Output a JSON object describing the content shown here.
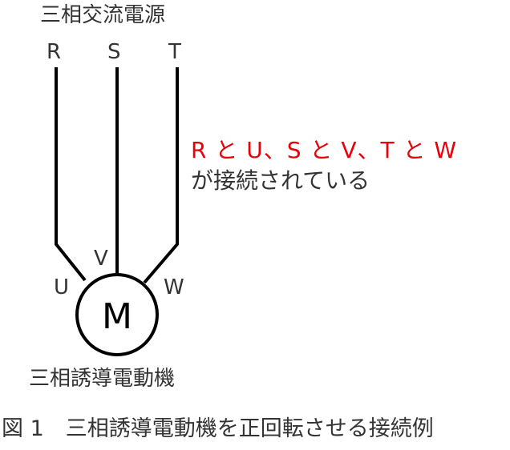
{
  "diagram": {
    "source_title": "三相交流電源",
    "phases": {
      "r": "R",
      "s": "S",
      "t": "T"
    },
    "note": {
      "line1": "R と U、S と V、T と W",
      "line2": "が接続されている"
    },
    "terminals": {
      "u": "U",
      "v": "V",
      "w": "W"
    },
    "motor_symbol": "M",
    "motor_label": "三相誘導電動機",
    "caption": "図 1　三相誘導電動機を正回転させる接続例"
  },
  "colors": {
    "note_highlight": "#e8000b",
    "text": "#333333",
    "wire": "#000000"
  }
}
